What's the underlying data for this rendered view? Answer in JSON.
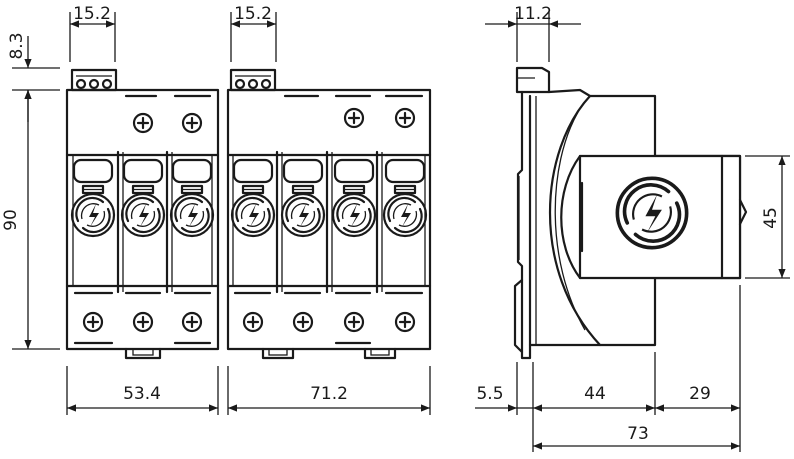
{
  "dimensions": {
    "top_left_pitch": "15.2",
    "top_right_pitch": "15.2",
    "top_side_width": "11.2",
    "terminal_height": "8.3",
    "body_height": "90",
    "window_height": "45",
    "left_block_width": "53.4",
    "right_block_width": "71.2",
    "rail_offset": "5.5",
    "depth_front": "44",
    "depth_cover": "29",
    "total_depth": "73"
  },
  "icons": {
    "lightning_disc": "lightning-disc-icon",
    "screw": "screw-icon"
  }
}
